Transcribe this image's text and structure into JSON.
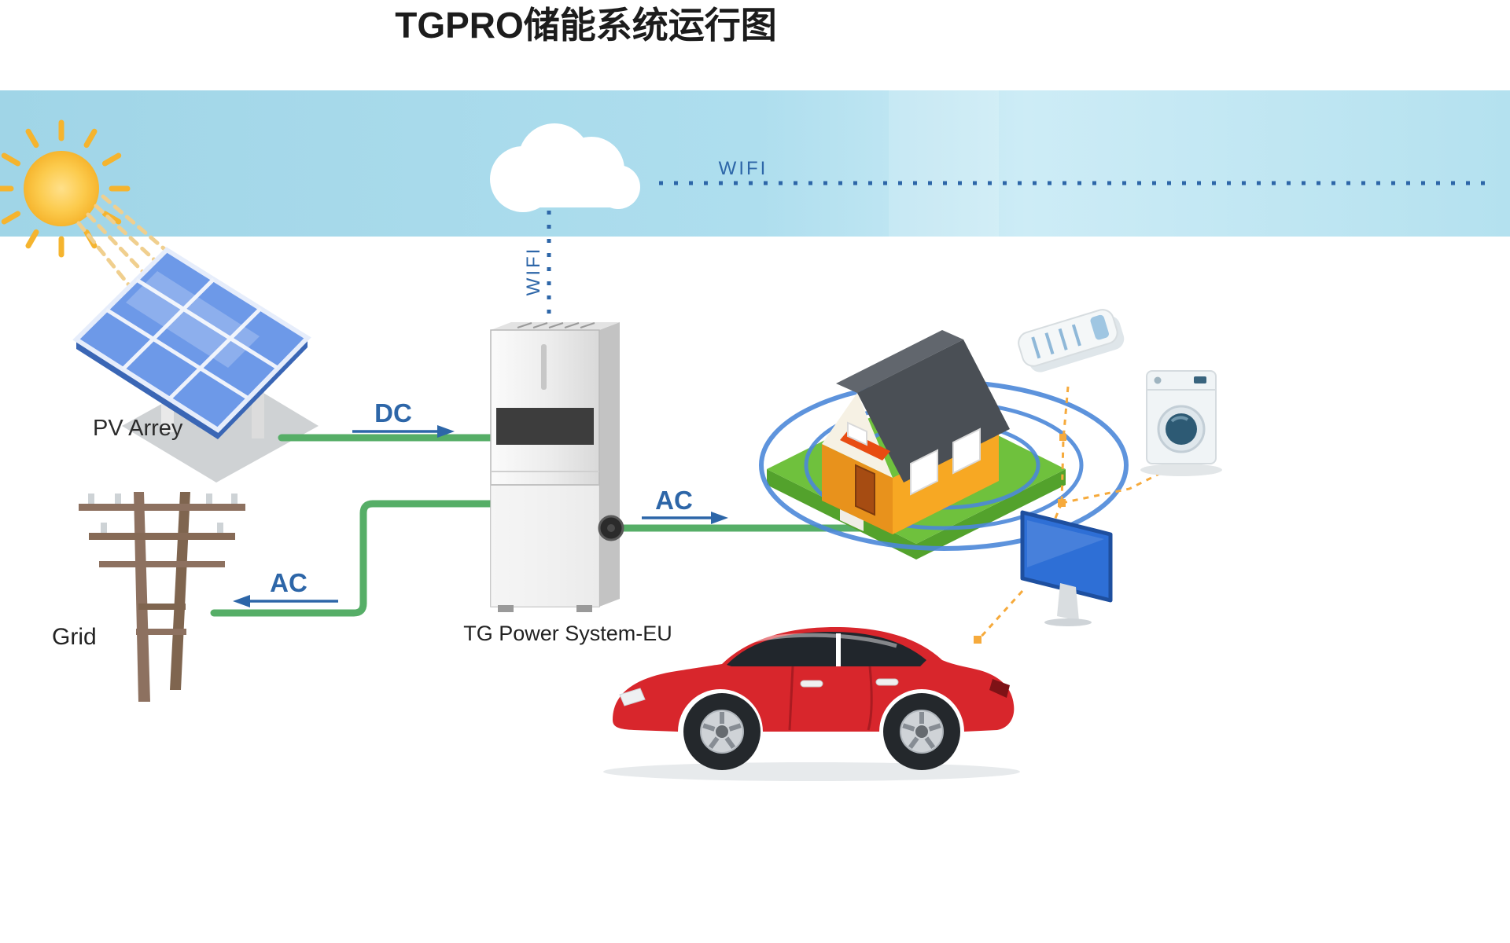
{
  "title": "TGPRO储能系统运行图",
  "diagram": {
    "wifi_label_horizontal": "WIFI",
    "wifi_label_vertical": "WIFI",
    "pv_array_label": "PV Arrey",
    "grid_label": "Grid",
    "power_system_label": "TG Power System-EU",
    "flows": {
      "dc_label": "DC",
      "ac_grid_label": "AC",
      "ac_house_label": "AC"
    },
    "colors": {
      "sky_blue": "#aadcec",
      "sun_yellow": "#f6b52e",
      "panel_blue": "#6d99e8",
      "flow_line_green": "#56ae67",
      "flow_label_blue": "#2d66a8",
      "wifi_blue": "#2d66a8",
      "appliance_link_orange": "#f6aa3c",
      "car_red": "#d8262c",
      "house_wall_orange": "#f7a823",
      "house_roof_gray": "#4a4f55",
      "grass_green": "#6fc13d"
    }
  }
}
